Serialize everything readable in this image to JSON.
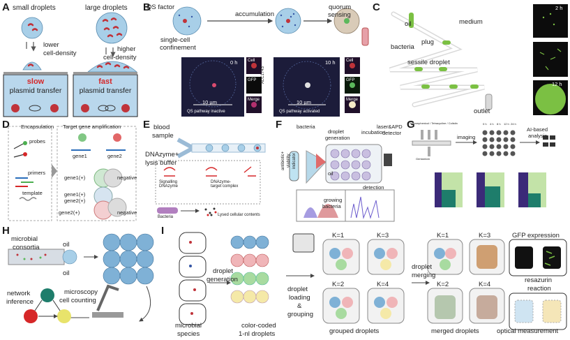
{
  "panel_labels": [
    "A",
    "B",
    "C",
    "D",
    "E",
    "F",
    "G",
    "H",
    "I"
  ],
  "panelA": {
    "small_droplets": "small droplets",
    "large_droplets": "large droplets",
    "lower": "lower",
    "lower_density": "cell-density",
    "higher": "higher",
    "higher_density": "cell-density",
    "slow": "slow",
    "fast": "fast",
    "plasmid_transfer": "plasmid transfer"
  },
  "panelB": {
    "qs_factor": "QS factor",
    "single_cell": "single-cell",
    "confinement": "confinement",
    "accumulation": "accumulation",
    "quorum": "quorum",
    "sensing": "sensing",
    "time0": "0 h",
    "time10": "10 h",
    "scale": "10 µm",
    "inactive": "QS pathway inactive",
    "activated": "QS pathway activated",
    "cell": "Cell",
    "gfp": "GFP",
    "merge": "Merge",
    "strain": "ALC1743"
  },
  "panelC": {
    "oil": "oil",
    "medium": "medium",
    "plug": "plug",
    "bacteria": "bacteria",
    "sessile": "sessile droplet",
    "outlet": "outlet",
    "t2": "2 h",
    "t12": "12 h"
  },
  "panelD": {
    "encapsulation": "Encapsulation",
    "amplification": "Target gene amplification",
    "probes": "probes",
    "primers": "primers",
    "template": "template",
    "gene1": "gene1",
    "gene2": "gene2",
    "g1p": "gene1(+)",
    "g12p_a": "gene1(+)",
    "g12p_b": "gene2(+)",
    "g2p": "gene2(+)",
    "negative": "negative"
  },
  "panelE": {
    "blood": "blood",
    "sample": "sample",
    "dnazyme": "DNAzyme+",
    "lysis": "lysis buffer",
    "signaling": "Signalling DNAzyme",
    "complex": "DNAzyme-target complex",
    "bacteria": "Bacteria",
    "lysed": "Lysed cellular contents"
  },
  "panelF": {
    "bacteria": "bacteria",
    "droplet": "droplet",
    "generation": "generation",
    "incubation": "incubation",
    "laser": "laser&APD",
    "detector": "detector",
    "oil": "oil",
    "antibiotic": "antibiotic+",
    "viability": "viability",
    "indicator": "indicator",
    "growing": "growing",
    "growing2": "bacteria",
    "detection": "detection"
  },
  "panelG": {
    "imaging": "imaging",
    "ai1": "AI-based",
    "ai2": "analysis",
    "reagents": "Chloramphenicol / Tetracycline / Colistin",
    "gentamicin": "Gentamicin",
    "times": [
      "0 h",
      "4 h",
      "8 h",
      "12 h",
      "24 h"
    ]
  },
  "panelH": {
    "microbial": "microbial",
    "consortia": "consortia",
    "oil_top": "oil",
    "oil_bottom": "oil",
    "network": "network",
    "inference": "inference",
    "microscopy": "microscopy",
    "counting": "cell counting"
  },
  "panelI": {
    "droplet": "droplet",
    "generation": "generation",
    "microbial": "microbial",
    "species": "species",
    "color_coded": "color-coded",
    "nl": "1-nl droplets",
    "loading1": "droplet",
    "loading2": "loading",
    "loading3": "&",
    "loading4": "grouping",
    "k1": "K=1",
    "k2": "K=2",
    "k3": "K=3",
    "k4": "K=4",
    "grouped": "grouped droplets",
    "merging1": "droplet",
    "merging2": "merging",
    "mk1": "K=1",
    "mk2": "K=2",
    "mk3": "K=3",
    "mk4": "K=4",
    "merged": "merged droplets",
    "gfp": "GFP expression",
    "resazurin1": "resazurin",
    "resazurin2": "reaction",
    "optical": "optical measurement"
  },
  "colors": {
    "droplet_blue": "#a8cfe8",
    "bacteria_red": "#c0333a",
    "gfp_green": "#5cb85c",
    "dark_panel": "#1c1c3a"
  }
}
